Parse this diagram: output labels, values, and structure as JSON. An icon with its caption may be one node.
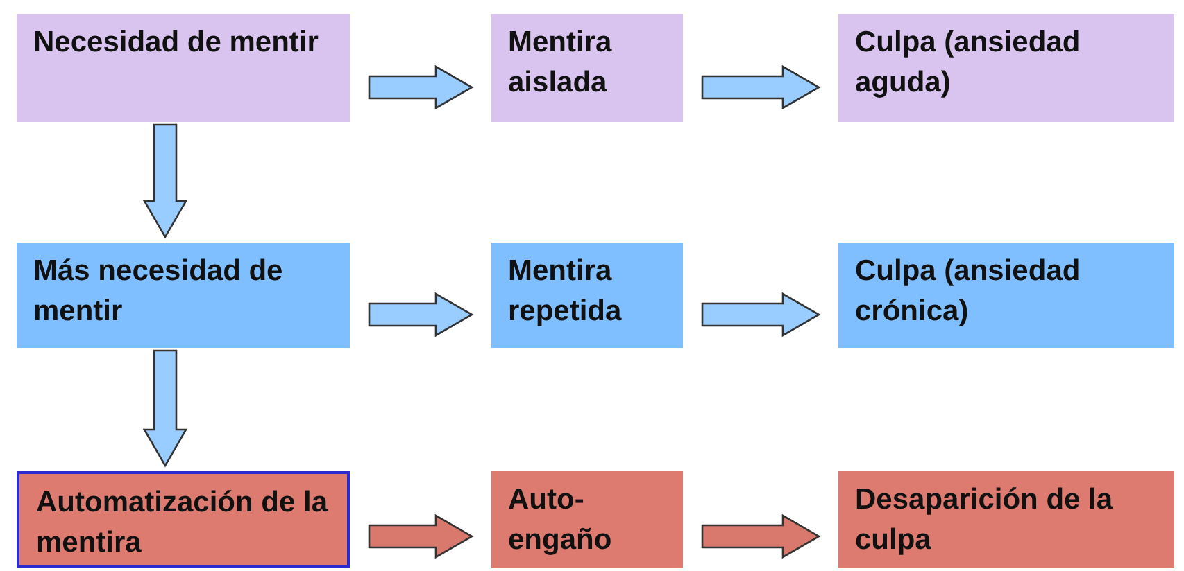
{
  "diagram": {
    "nodes": [
      {
        "text": [
          "Necesidad de mentir"
        ]
      },
      {
        "text": [
          "Mentira aislada"
        ]
      },
      {
        "text": [
          "Culpa (ansiedad aguda)"
        ]
      },
      {
        "text": [
          "Más necesidad de mentir"
        ]
      },
      {
        "text": [
          "Mentira repetida"
        ]
      },
      {
        "text": [
          "Culpa (ansiedad crónica)"
        ]
      },
      {
        "text": [
          "Automatización de la mentira"
        ]
      },
      {
        "text": [
          "Auto- engaño"
        ]
      },
      {
        "text": [
          "Desaparición de la culpa"
        ]
      }
    ],
    "edges": [
      {
        "from": 0,
        "to": 1,
        "arrow": "to"
      },
      {
        "from": 1,
        "to": 2,
        "arrow": "to"
      },
      {
        "from": 0,
        "to": 3,
        "arrow": "to"
      },
      {
        "from": 3,
        "to": 4,
        "arrow": "to"
      },
      {
        "from": 4,
        "to": 5,
        "arrow": "to"
      },
      {
        "from": 3,
        "to": 6,
        "arrow": "to"
      },
      {
        "from": 6,
        "to": 7,
        "arrow": "to",
        "color": "#d9786c"
      },
      {
        "from": 7,
        "to": 8,
        "arrow": "to",
        "color": "#d9786c"
      }
    ]
  }
}
